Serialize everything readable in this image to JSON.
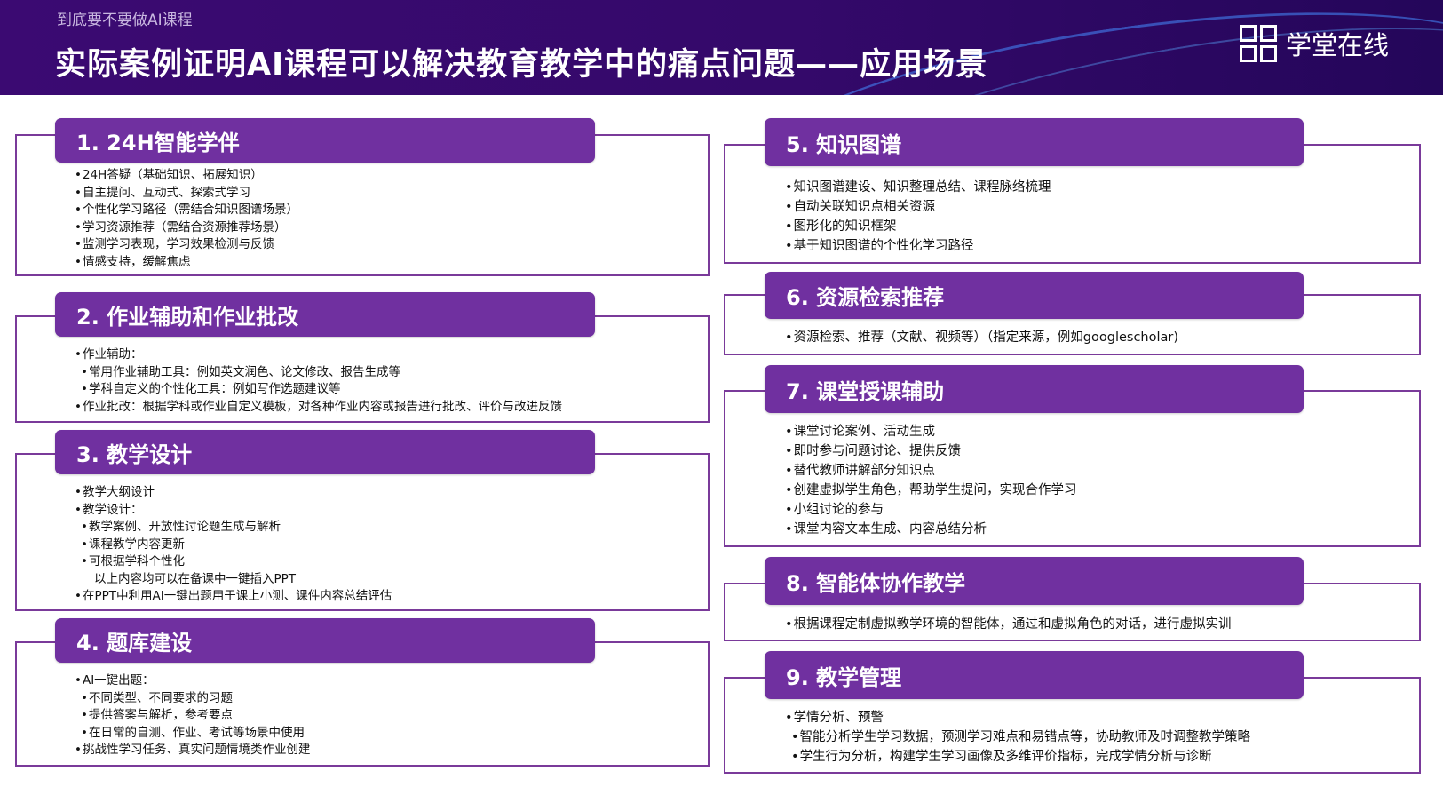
{
  "header": {
    "subtitle": "到底要不要做AI课程",
    "title": "实际案例证明AI课程可以解决教育教学中的痛点问题——应用场景",
    "logo_text": "学堂在线"
  },
  "colors": {
    "accent": "#7030a0",
    "header_bg": "#3b0a72"
  },
  "sections": [
    {
      "title": "1.  24H智能学伴",
      "items": [
        {
          "t": "24H答疑（基础知识、拓展知识）",
          "c": ""
        },
        {
          "t": "自主提问、互动式、探索式学习",
          "c": ""
        },
        {
          "t": "个性化学习路径（需结合知识图谱场景）",
          "c": ""
        },
        {
          "t": "学习资源推荐（需结合资源推荐场景）",
          "c": ""
        },
        {
          "t": "监测学习表现，学习效果检测与反馈",
          "c": ""
        },
        {
          "t": "情感支持，缓解焦虑",
          "c": ""
        }
      ]
    },
    {
      "title": "2.  作业辅助和作业批改",
      "items": [
        {
          "t": "作业辅助：",
          "c": ""
        },
        {
          "t": "常用作业辅助工具：例如英文润色、论文修改、报告生成等",
          "c": "l1"
        },
        {
          "t": "学科自定义的个性化工具：例如写作选题建议等",
          "c": "l1"
        },
        {
          "t": "作业批改：根据学科或作业自定义模板，对各种作业内容或报告进行批改、评价与改进反馈",
          "c": ""
        }
      ]
    },
    {
      "title": "3.  教学设计",
      "items": [
        {
          "t": "教学大纲设计",
          "c": ""
        },
        {
          "t": "教学设计：",
          "c": ""
        },
        {
          "t": "教学案例、开放性讨论题生成与解析",
          "c": "l1"
        },
        {
          "t": "课程教学内容更新",
          "c": "l1"
        },
        {
          "t": "可根据学科个性化",
          "c": "l1"
        },
        {
          "t": "以上内容均可以在备课中一键插入PPT",
          "c": "nb"
        },
        {
          "t": "在PPT中利用AI一键出题用于课上小测、课件内容总结评估",
          "c": ""
        }
      ]
    },
    {
      "title": "4.  题库建设",
      "items": [
        {
          "t": "AI一键出题：",
          "c": ""
        },
        {
          "t": "不同类型、不同要求的习题",
          "c": "l1"
        },
        {
          "t": "提供答案与解析，参考要点",
          "c": "l1"
        },
        {
          "t": "在日常的自测、作业、考试等场景中使用",
          "c": "l1"
        },
        {
          "t": "挑战性学习任务、真实问题情境类作业创建",
          "c": ""
        }
      ]
    },
    {
      "title": "5.  知识图谱",
      "items": [
        {
          "t": "知识图谱建设、知识整理总结、课程脉络梳理",
          "c": ""
        },
        {
          "t": "自动关联知识点相关资源",
          "c": ""
        },
        {
          "t": "图形化的知识框架",
          "c": ""
        },
        {
          "t": "基于知识图谱的个性化学习路径",
          "c": ""
        }
      ]
    },
    {
      "title": "6.  资源检索推荐",
      "items": [
        {
          "t": "资源检索、推荐（文献、视频等）（指定来源，例如googlescholar)",
          "c": ""
        }
      ]
    },
    {
      "title": "7.  课堂授课辅助",
      "items": [
        {
          "t": "课堂讨论案例、活动生成",
          "c": ""
        },
        {
          "t": "即时参与问题讨论、提供反馈",
          "c": ""
        },
        {
          "t": "替代教师讲解部分知识点",
          "c": ""
        },
        {
          "t": "创建虚拟学生角色，帮助学生提问，实现合作学习",
          "c": ""
        },
        {
          "t": "小组讨论的参与",
          "c": ""
        },
        {
          "t": "课堂内容文本生成、内容总结分析",
          "c": ""
        }
      ]
    },
    {
      "title": "8.  智能体协作教学",
      "items": [
        {
          "t": "根据课程定制虚拟教学环境的智能体，通过和虚拟角色的对话，进行虚拟实训",
          "c": ""
        }
      ]
    },
    {
      "title": "9.  教学管理",
      "items": [
        {
          "t": "学情分析、预警",
          "c": ""
        },
        {
          "t": "智能分析学生学习数据，预测学习难点和易错点等，协助教师及时调整教学策略",
          "c": "l1"
        },
        {
          "t": "学生行为分析，构建学生学习画像及多维评价指标，完成学情分析与诊断",
          "c": "l1"
        }
      ]
    }
  ]
}
